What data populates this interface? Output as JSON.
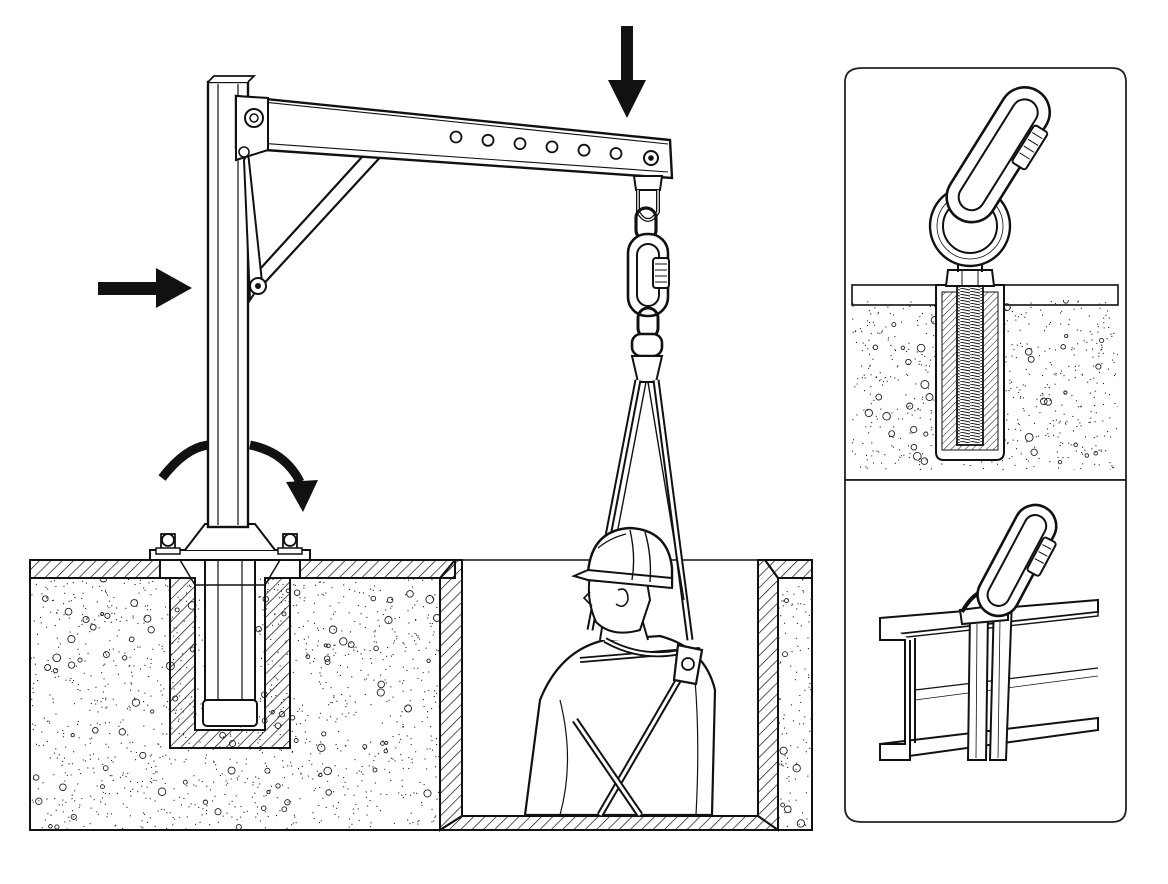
{
  "colors": {
    "line": "#111111",
    "paper": "#ffffff",
    "concrete_speck": "#222222",
    "hatch": "#111111",
    "panel_border": "#222222"
  },
  "diagram": {
    "type": "technical-illustration",
    "main_scene": "davit-arm-confined-space-rescue",
    "arrows": [
      {
        "name": "downward-load-arrow",
        "direction": "down"
      },
      {
        "name": "horizontal-load-arrow",
        "direction": "right"
      },
      {
        "name": "rotation-arrow",
        "direction": "clockwise"
      }
    ],
    "arm_holes": 6,
    "detail_panels": [
      {
        "name": "eye-bolt-anchor-detail"
      },
      {
        "name": "beam-strap-anchor-detail"
      }
    ]
  }
}
